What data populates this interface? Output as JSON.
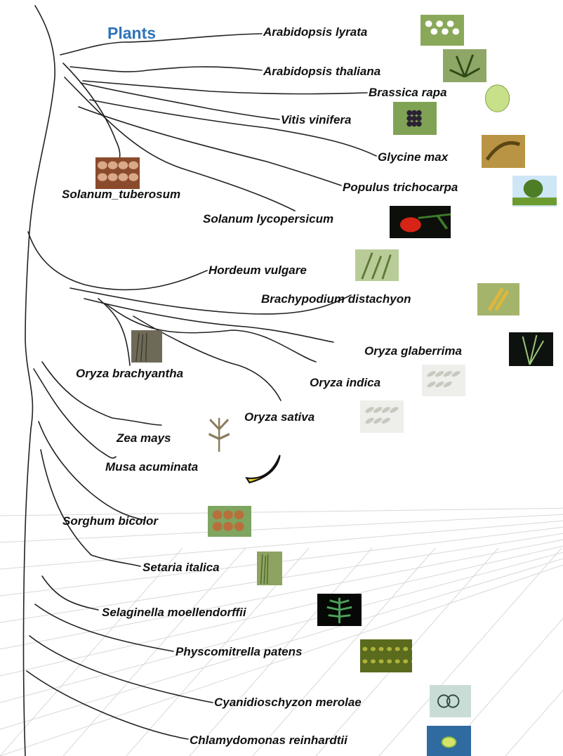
{
  "title": "Plants",
  "colors": {
    "title": "#2f73b8",
    "branch": "#222222",
    "grid": "#d8d8d8"
  },
  "species": [
    {
      "label": "Arabidopsis lyrata",
      "icon": "white-flowers-icon"
    },
    {
      "label": "Arabidopsis thaliana",
      "icon": "rosette-plant-icon"
    },
    {
      "label": "Brassica rapa",
      "icon": "cabbage-icon"
    },
    {
      "label": "Vitis vinifera",
      "icon": "grapes-icon"
    },
    {
      "label": "Glycine max",
      "icon": "soybean-pods-icon"
    },
    {
      "label": "Populus trichocarpa",
      "icon": "tree-icon"
    },
    {
      "label": "Solanum_tuberosum",
      "icon": "potatoes-icon"
    },
    {
      "label": "Solanum lycopersicum",
      "icon": "tomato-icon"
    },
    {
      "label": "Hordeum vulgare",
      "icon": "barley-field-icon"
    },
    {
      "label": "Brachypodium distachyon",
      "icon": "grass-spikelet-icon"
    },
    {
      "label": "Oryza glaberrima",
      "icon": "rice-plant-icon"
    },
    {
      "label": "Oryza brachyantha",
      "icon": "wild-rice-icon"
    },
    {
      "label": "Oryza indica",
      "icon": "rice-grains-icon"
    },
    {
      "label": "Oryza sativa",
      "icon": "rice-grains-icon"
    },
    {
      "label": "Zea mays",
      "icon": "maize-tassel-icon"
    },
    {
      "label": "Musa acuminata",
      "icon": "banana-icon"
    },
    {
      "label": "Sorghum bicolor",
      "icon": "sorghum-seeds-icon"
    },
    {
      "label": "Setaria italica",
      "icon": "millet-icon"
    },
    {
      "label": "Selaginella moellendorffii",
      "icon": "fern-frond-icon"
    },
    {
      "label": "Physcomitrella patens",
      "icon": "moss-icon"
    },
    {
      "label": "Cyanidioschyzon merolae",
      "icon": "red-algae-cells-icon"
    },
    {
      "label": "Chlamydomonas reinhardtii",
      "icon": "green-alga-cell-icon"
    }
  ]
}
